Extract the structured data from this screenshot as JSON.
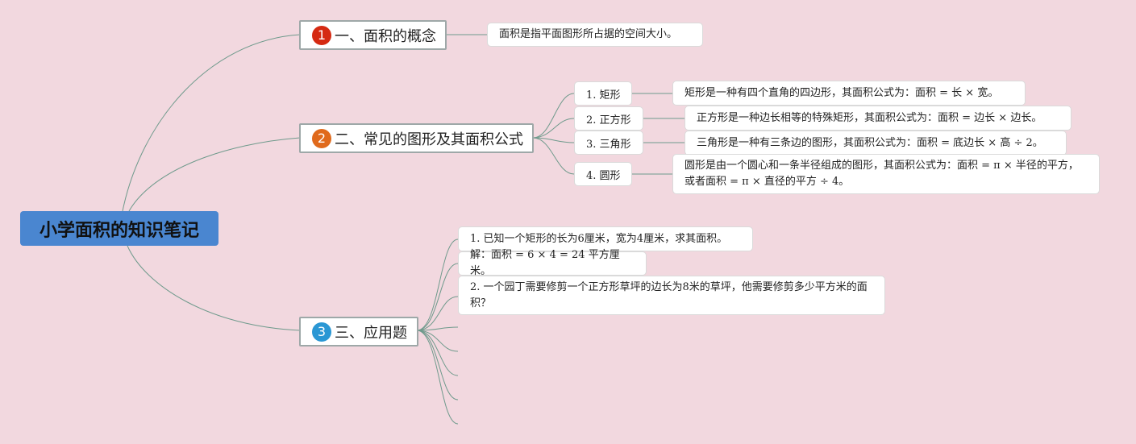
{
  "root": {
    "title": "小学面积的知识笔记"
  },
  "branches": [
    {
      "number": "1",
      "color": "#d52a12",
      "label": "一、面积的概念",
      "note": "面积是指平面图形所占据的空间大小。"
    },
    {
      "number": "2",
      "color": "#e06a1c",
      "label": "二、常见的图形及其面积公式",
      "shapes": [
        {
          "label": "1. 矩形",
          "text": "矩形是一种有四个直角的四边形，其面积公式为：面积 = 长 × 宽。"
        },
        {
          "label": "2. 正方形",
          "text": "正方形是一种边长相等的特殊矩形，其面积公式为：面积 = 边长 × 边长。"
        },
        {
          "label": "3. 三角形",
          "text": "三角形是一种有三条边的图形，其面积公式为：面积 = 底边长 × 高 ÷ 2。"
        },
        {
          "label": "4. 圆形",
          "text": "圆形是由一个圆心和一条半径组成的图形，其面积公式为：面积 = π × 半径的平方，或者面积 = π × 直径的平方 ÷ 4。"
        }
      ]
    },
    {
      "number": "3",
      "color": "#2a97d4",
      "label": "三、应用题",
      "items": [
        "1. 已知一个矩形的长为6厘米，宽为4厘米，求其面积。",
        "解：面积 = 6 × 4 = 24 平方厘米。",
        "2. 一个园丁需要修剪一个正方形草坪的边长为8米的草坪，他需要修剪多少平方米的面积？"
      ]
    }
  ]
}
